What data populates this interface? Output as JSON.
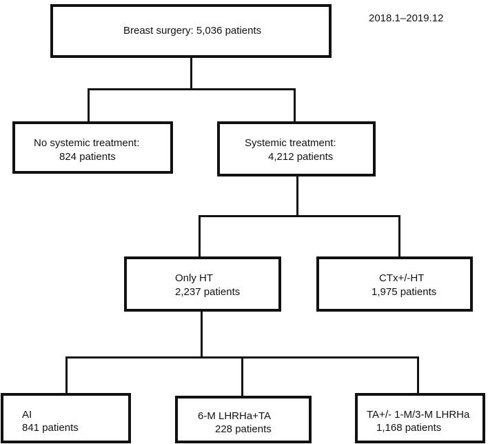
{
  "date_range": "2018.1–2019.12",
  "nodes": {
    "root": {
      "line1": "Breast surgery: 5,036 patients"
    },
    "no_systemic": {
      "line1": "No systemic treatment:",
      "line2": "824 patients"
    },
    "systemic": {
      "line1": "Systemic treatment:",
      "line2": "4,212 patients"
    },
    "only_ht": {
      "line1": "Only HT",
      "line2": "2,237 patients"
    },
    "ctx_ht": {
      "line1": "CTx+/-HT",
      "line2": "1,975 patients"
    },
    "ai": {
      "line1": "AI",
      "line2": "841 patients"
    },
    "lhrha_ta": {
      "line1": "6-M LHRHa+TA",
      "line2": "228 patients"
    },
    "ta_lhrha": {
      "line1": "TA+/- 1-M/3-M LHRHa",
      "line2": "1,168 patients"
    }
  }
}
